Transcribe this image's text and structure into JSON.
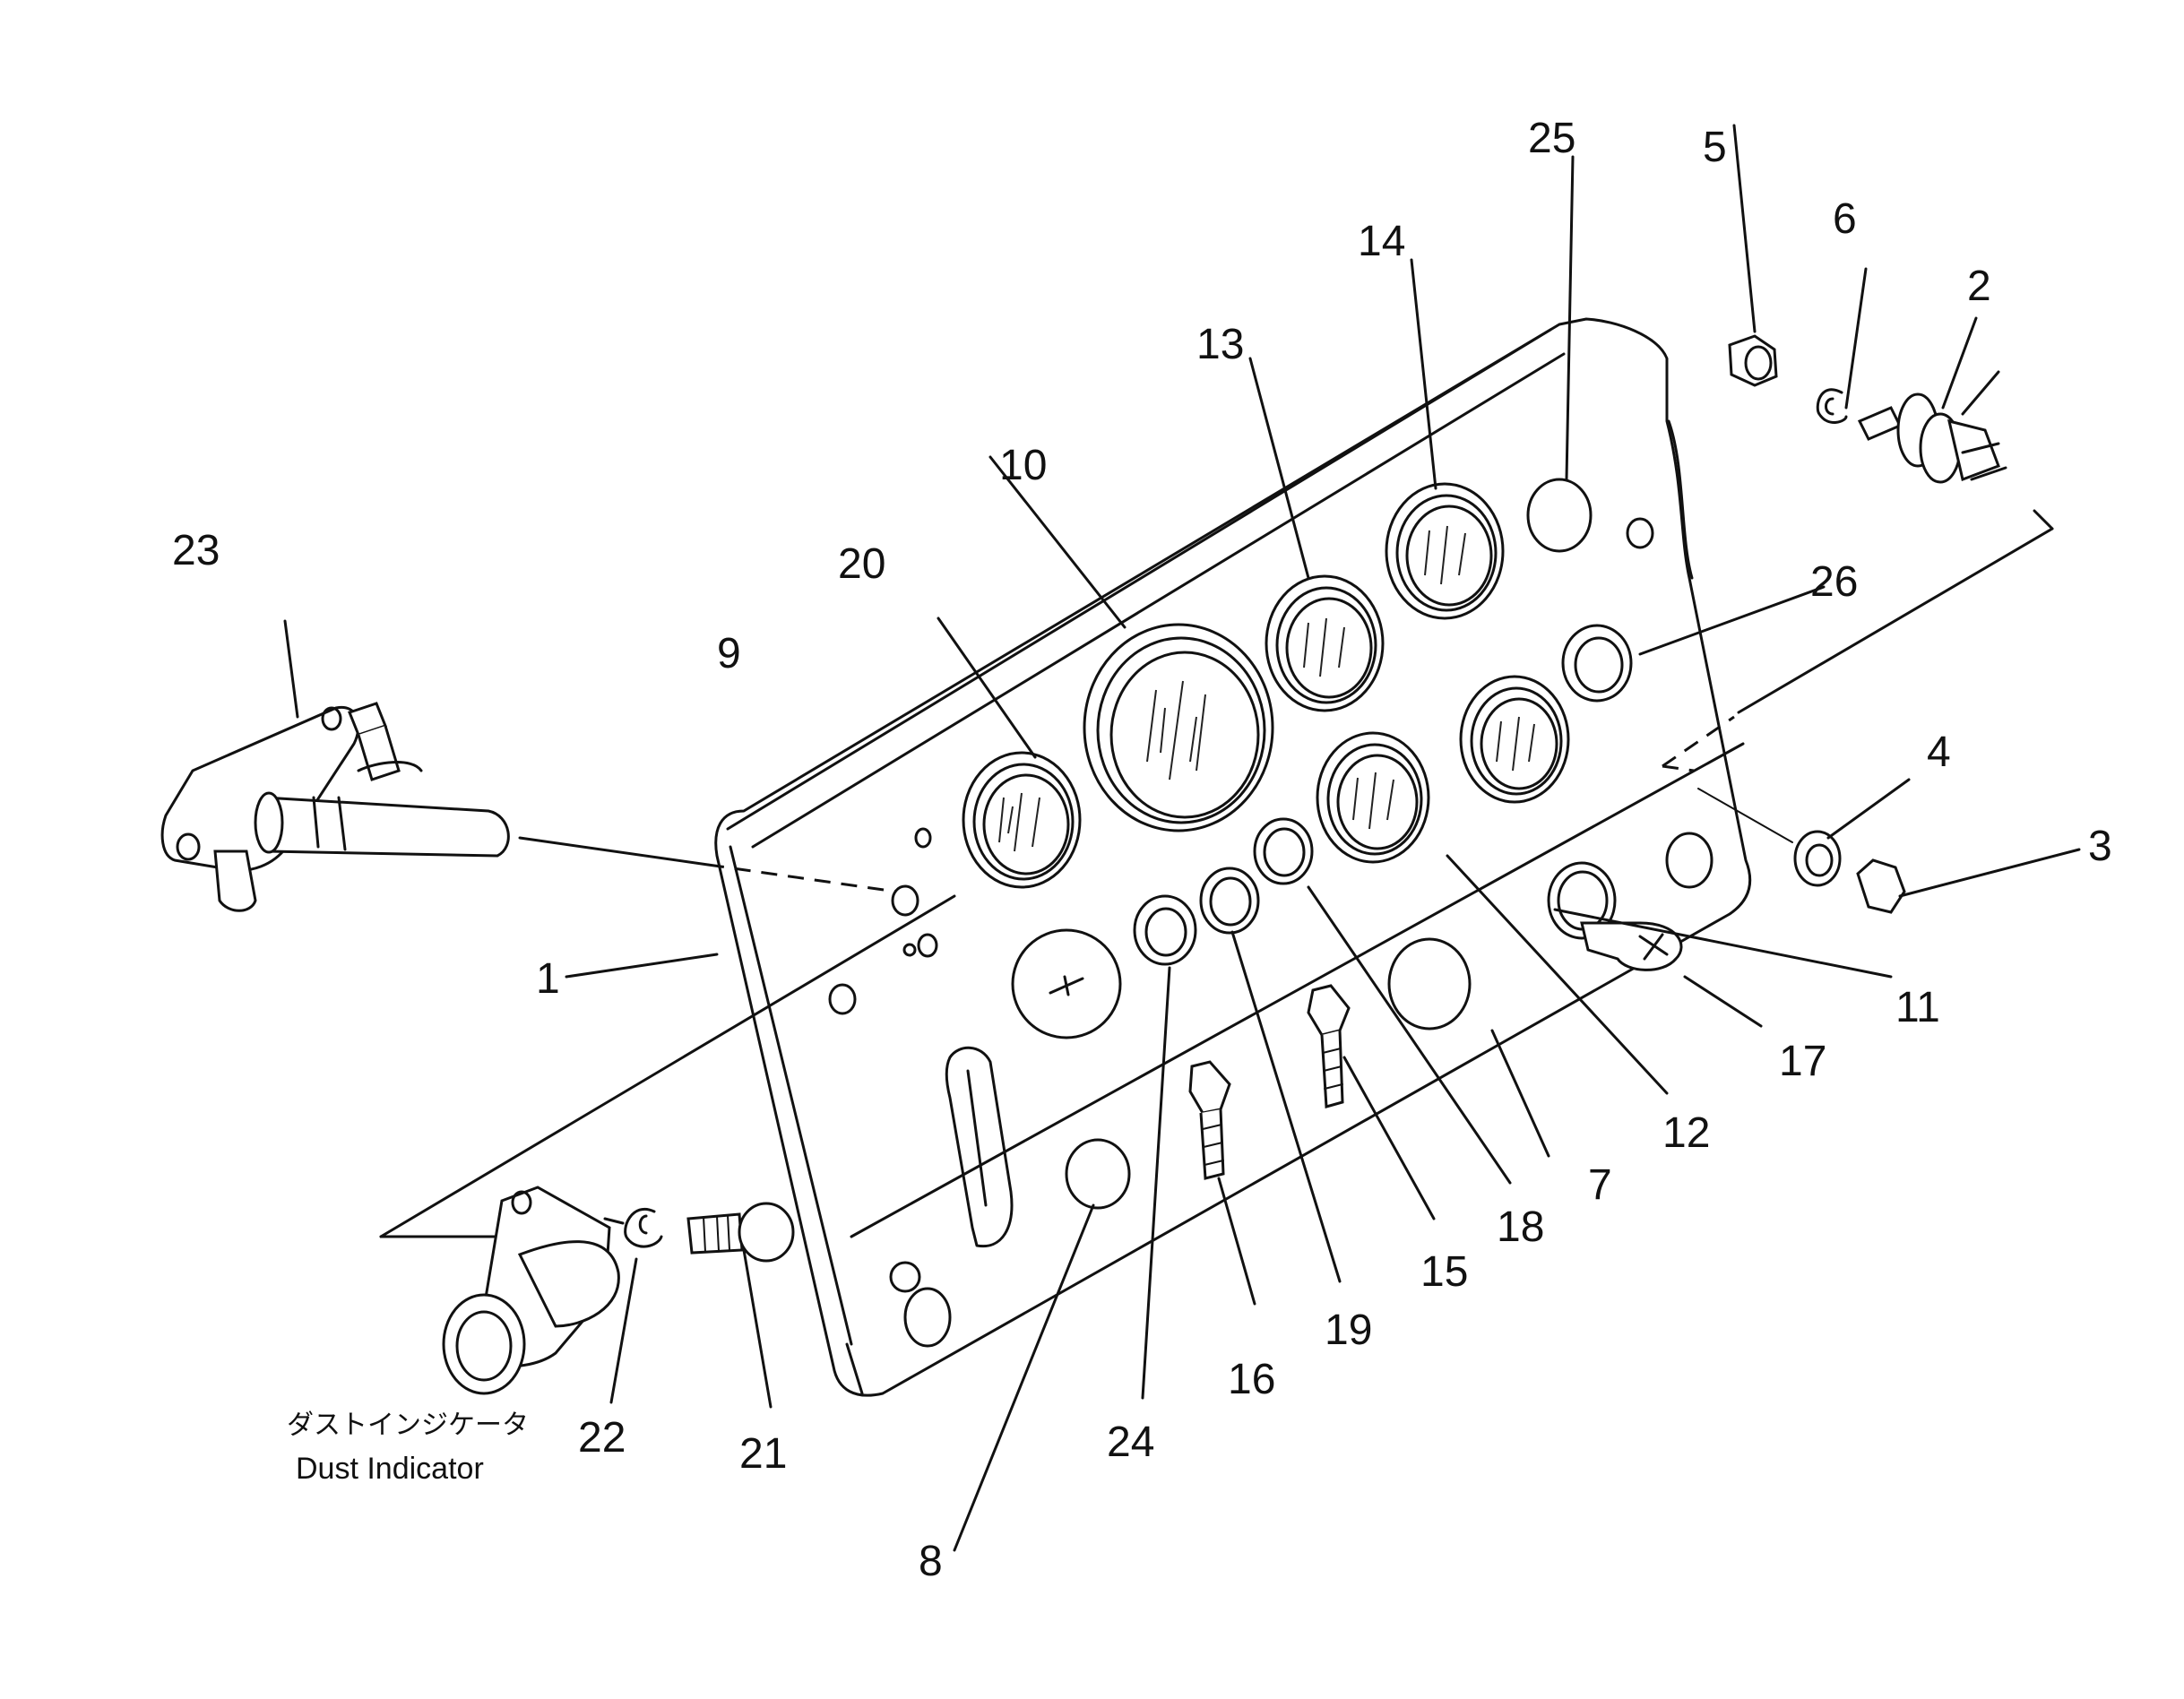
{
  "callouts": {
    "c1": "1",
    "c2": "2",
    "c3": "3",
    "c4": "4",
    "c5": "5",
    "c6": "6",
    "c7": "7",
    "c8": "8",
    "c9": "9",
    "c10": "10",
    "c11": "11",
    "c12": "12",
    "c13": "13",
    "c14": "14",
    "c15": "15",
    "c16": "16",
    "c17": "17",
    "c18": "18",
    "c19": "19",
    "c20": "20",
    "c21": "21",
    "c22": "22",
    "c23": "23",
    "c24": "24",
    "c25": "25",
    "c26": "26"
  },
  "caption": {
    "japanese": "ダストインジケータ",
    "english": "Dust Indicator"
  }
}
